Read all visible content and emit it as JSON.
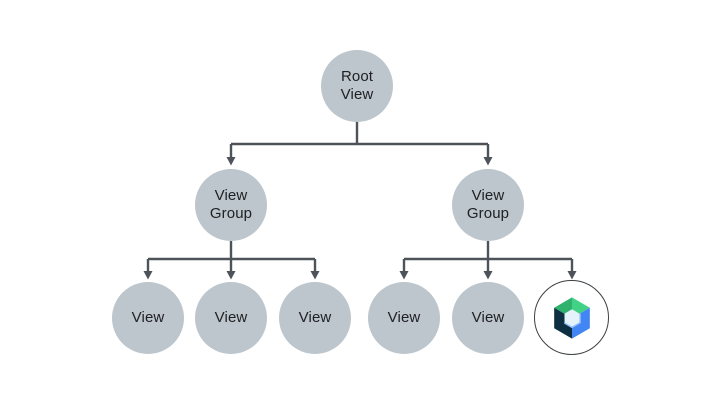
{
  "page": {
    "background": "#ffffff",
    "description": "View hierarchy tree diagram with a Jetpack Compose node"
  },
  "colors": {
    "page-bg": "#ffffff",
    "node-fill": "#bcc6cc",
    "connector": "#4d5359",
    "text": "#202124",
    "compose-ring": "#3c4043",
    "logo-green-dark": "#2fb26e",
    "logo-green-light": "#41d286",
    "logo-blue": "#4285f4",
    "logo-blue-light": "#8fb9f8",
    "logo-navy": "#0c3042",
    "logo-inner": "#e3f2fb"
  },
  "diagram": {
    "nodes": {
      "root": {
        "label": "Root\nView"
      },
      "view_group_left": {
        "label": "View\nGroup"
      },
      "view_group_right": {
        "label": "View\nGroup"
      },
      "view_left_1": {
        "label": "View"
      },
      "view_left_2": {
        "label": "View"
      },
      "view_left_3": {
        "label": "View"
      },
      "view_right_1": {
        "label": "View"
      },
      "view_right_2": {
        "label": "View"
      },
      "compose": {
        "label": "",
        "icon": "jetpack-compose-logo"
      }
    },
    "structure": {
      "root": [
        "view_group_left",
        "view_group_right"
      ],
      "view_group_left": [
        "view_left_1",
        "view_left_2",
        "view_left_3"
      ],
      "view_group_right": [
        "view_right_1",
        "view_right_2",
        "compose"
      ]
    }
  }
}
